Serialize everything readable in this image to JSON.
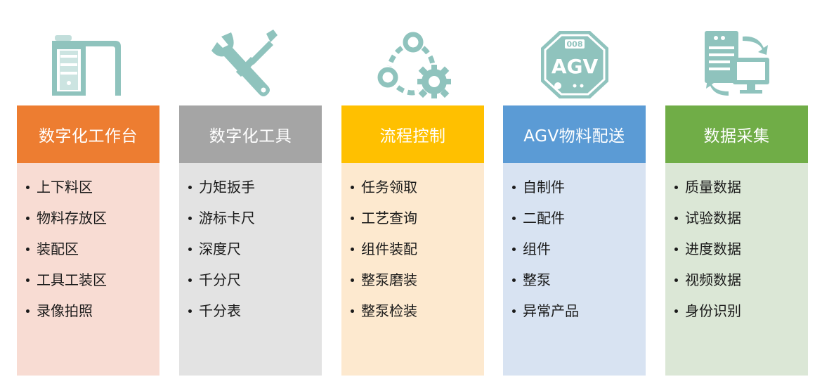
{
  "colors": {
    "icon": "#8fc3bd",
    "headers": [
      "#ed7d31",
      "#a5a5a5",
      "#ffc000",
      "#5b9bd5",
      "#70ad47"
    ],
    "bodies": [
      "#f8dcd3",
      "#e3e3e3",
      "#fde9cf",
      "#d8e3f2",
      "#dbe7d6"
    ]
  },
  "columns": [
    {
      "title": "数字化工作台",
      "icon": "workstation-icon",
      "items": [
        "上下料区",
        "物料存放区",
        "装配区",
        "工具工装区",
        "录像拍照"
      ]
    },
    {
      "title": "数字化工具",
      "icon": "wrench-screwdriver-icon",
      "items": [
        "力矩扳手",
        "游标卡尺",
        "深度尺",
        "千分尺",
        "千分表"
      ]
    },
    {
      "title": "流程控制",
      "icon": "process-gear-icon",
      "items": [
        "任务领取",
        "工艺查询",
        "组件装配",
        "整泵磨装",
        "整泵检装"
      ]
    },
    {
      "title": "AGV物料配送",
      "icon": "agv-icon",
      "icon_text": {
        "code": "008",
        "label": "AGV"
      },
      "items": [
        "自制件",
        "二配件",
        "组件",
        "整泵",
        "异常产品"
      ]
    },
    {
      "title": "数据采集",
      "icon": "data-server-icon",
      "items": [
        "质量数据",
        "试验数据",
        "进度数据",
        "视频数据",
        "身份识别"
      ]
    }
  ]
}
